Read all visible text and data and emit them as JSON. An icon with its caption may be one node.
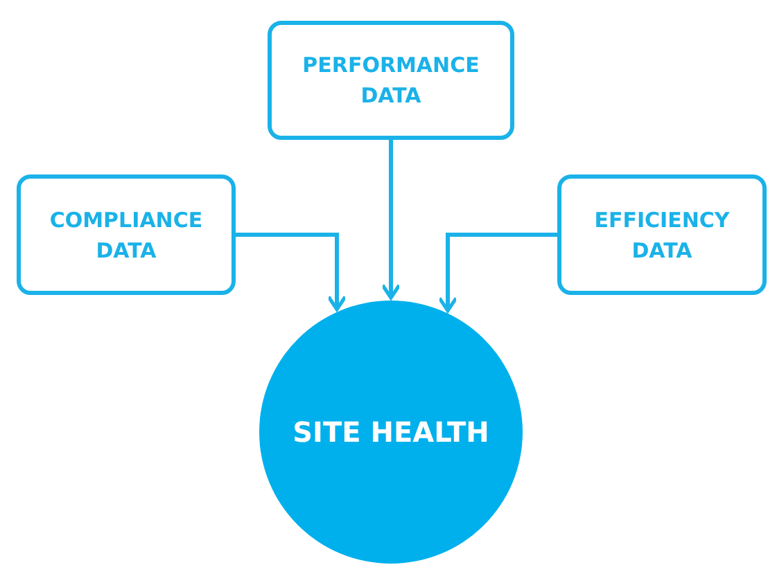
{
  "diagram": {
    "nodes": [
      {
        "text": [
          "PERFORMANCE DATA"
        ]
      },
      {
        "text": [
          "COMPLIANCE DATA"
        ]
      },
      {
        "text": [
          "EFFICIENCY DATA"
        ]
      },
      {
        "text": [
          "SITE HEALTH"
        ]
      }
    ],
    "edges": [
      {
        "from": 1,
        "to": 3,
        "arrow": "to"
      },
      {
        "from": 0,
        "to": 3,
        "arrow": "to"
      },
      {
        "from": 2,
        "to": 3,
        "arrow": "to"
      }
    ]
  }
}
